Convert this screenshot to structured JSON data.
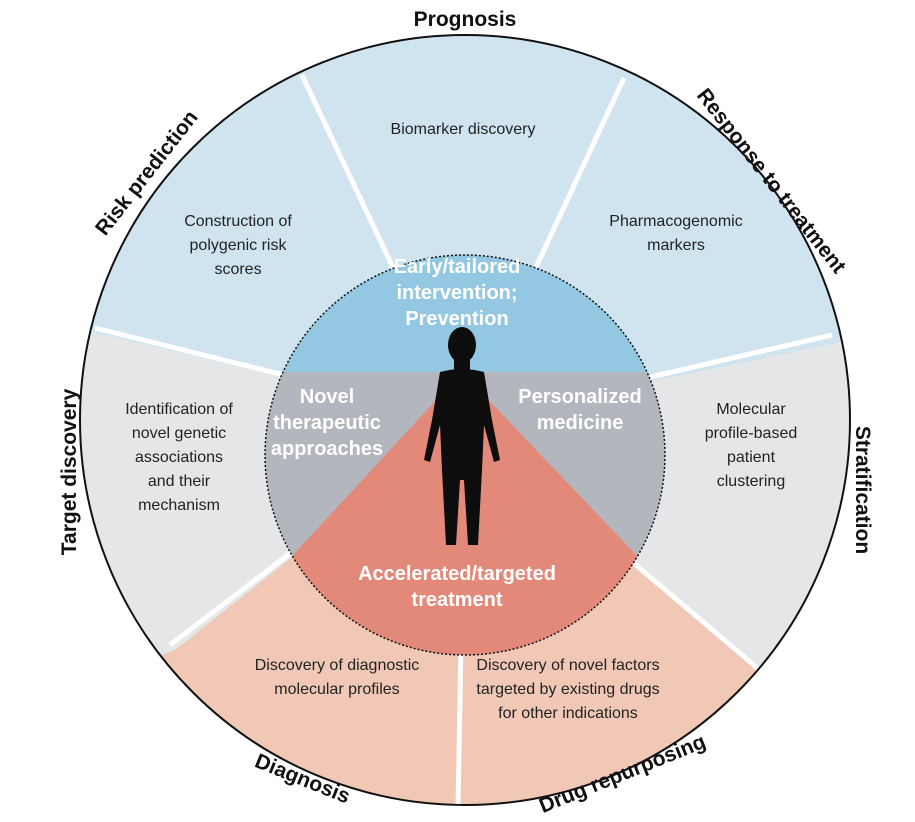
{
  "colors": {
    "blue_light": "#cfe4ef",
    "blue_mid": "#94c8e2",
    "grey_light": "#e4e6e8",
    "grey_mid": "#b3b7bd",
    "salmon_light": "#f0c8b5",
    "salmon_mid": "#e3897a",
    "outline": "#111111",
    "figure": "#0d0d0d"
  },
  "outer_labels": {
    "prognosis": "Prognosis",
    "response": "Response to treatment",
    "stratification": "Stratification",
    "drug_repurposing": "Drug repurposing",
    "diagnosis": "Diagnosis",
    "target_discovery": "Target discovery",
    "risk_prediction": "Risk prediction"
  },
  "segments": {
    "prognosis": [
      "Biomarker discovery"
    ],
    "response": [
      "Pharmacogenomic",
      "markers"
    ],
    "stratification": [
      "Molecular",
      "profile-based",
      "patient",
      "clustering"
    ],
    "drug_repurposing": [
      "Discovery of novel factors",
      "targeted by existing drugs",
      "for other indications"
    ],
    "diagnosis": [
      "Discovery of diagnostic",
      "molecular profiles"
    ],
    "target_discovery": [
      "Identification of",
      "novel genetic",
      "associations",
      "and their",
      "mechanism"
    ],
    "risk_prediction": [
      "Construction of",
      "polygenic risk",
      "scores"
    ]
  },
  "inner": {
    "top": [
      "Early/tailored",
      "intervention;",
      "Prevention"
    ],
    "left": [
      "Novel",
      "therapeutic",
      "approaches"
    ],
    "right": [
      "Personalized",
      "medicine"
    ],
    "bottom": [
      "Accelerated/targeted",
      "treatment"
    ]
  }
}
